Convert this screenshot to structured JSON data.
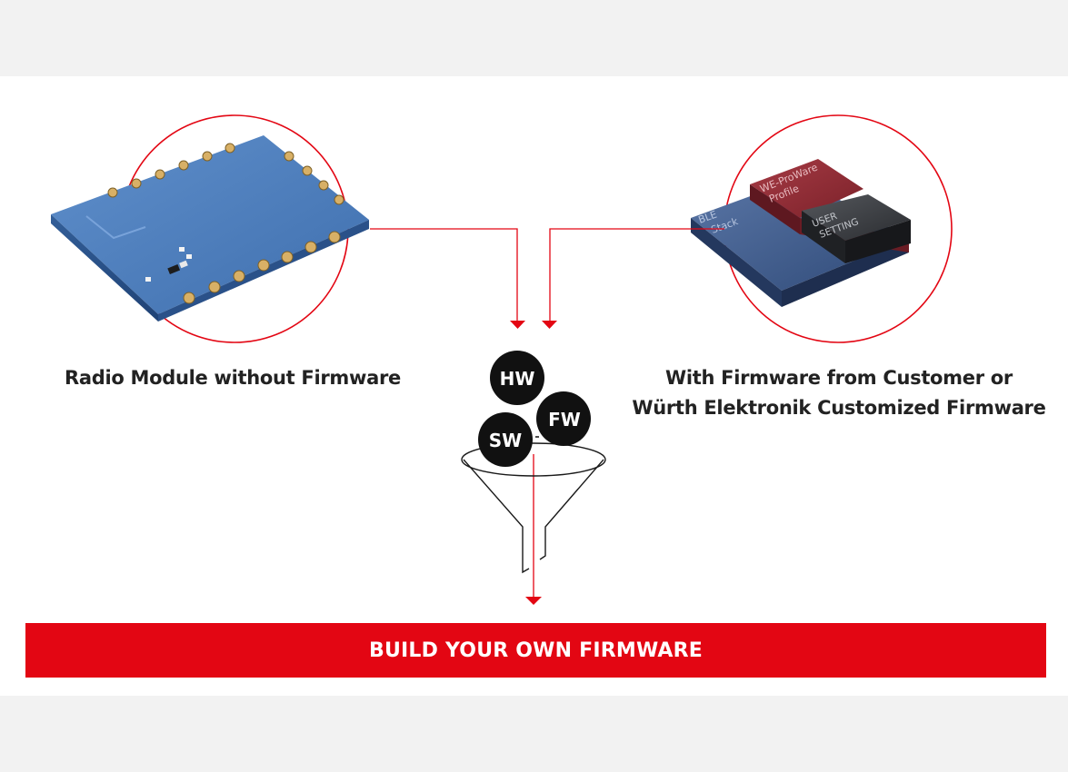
{
  "captions": {
    "left": "Radio Module without Firmware",
    "right_line1": "With Firmware from Customer or",
    "right_line2": "Würth Elektronik Customized Firmware"
  },
  "funnel_inputs": {
    "hw": "HW",
    "fw": "FW",
    "sw": "SW"
  },
  "firmware_stack": {
    "base_label_1": "BLE",
    "base_label_2": "Stack",
    "middle_label_1": "WE-ProWare",
    "middle_label_2": "Profile",
    "top_label_1": "USER",
    "top_label_2": "SETTING"
  },
  "banner": {
    "label": "BUILD YOUR OWN FIRMWARE"
  },
  "colors": {
    "accent": "#e30613",
    "module_blue": "#4a7ab8",
    "stack_red": "#8e2a33",
    "stack_gray": "#3b3e42"
  },
  "icons": [
    "radio-module-image",
    "firmware-stack-image",
    "funnel-icon",
    "arrow-down-icon"
  ]
}
